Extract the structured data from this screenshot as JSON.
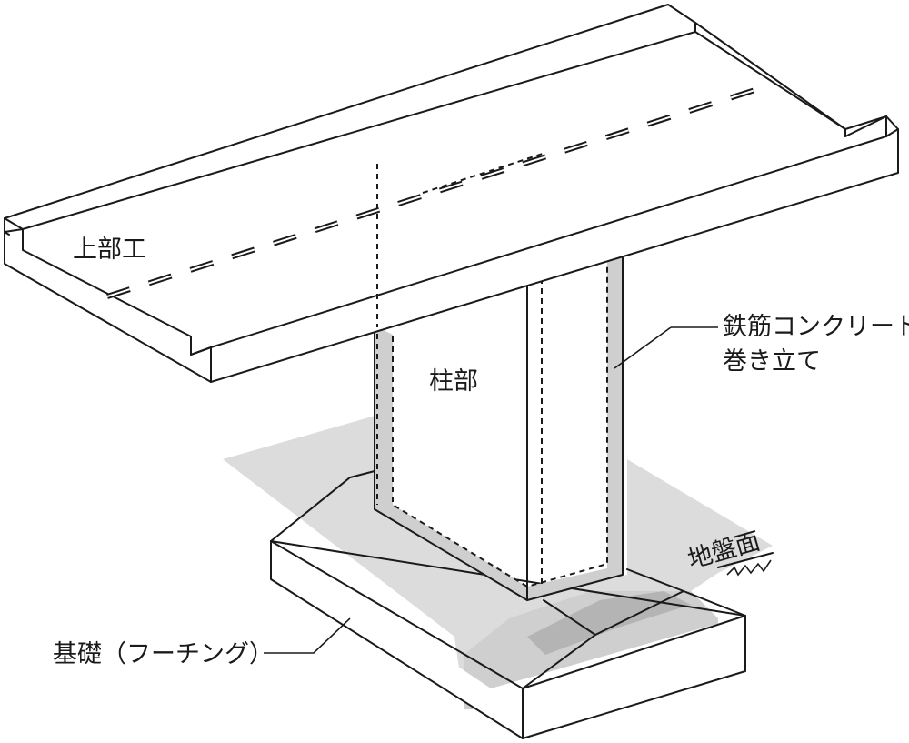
{
  "labels": {
    "superstructure": "上部工",
    "column": "柱部",
    "rc_jacket_line1": "鉄筋コンクリート",
    "rc_jacket_line2": "巻き立て",
    "ground_surface": "地盤面",
    "foundation": "基礎（フーチング）"
  },
  "colors": {
    "line": "#1a1a1a",
    "jacket_fill": "#cfcfcf",
    "shadow_fill": "#dcdcdc",
    "dark_shadow": "#b4b4b4",
    "white": "#ffffff"
  }
}
